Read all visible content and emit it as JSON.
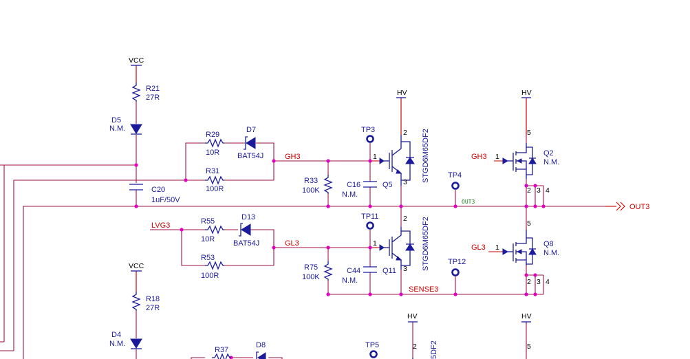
{
  "nets": {
    "vcc_1": "VCC",
    "vcc_2": "VCC",
    "hv_1": "HV",
    "hv_2": "HV",
    "hv_3": "HV",
    "hv_4": "HV",
    "gh3_a": "GH3",
    "gh3_b": "GH3",
    "gl3_a": "GL3",
    "gl3_b": "GL3",
    "lvg3": "LVG3",
    "out3": "OUT3",
    "out3_small": "OUT3",
    "sense3": "SENSE3"
  },
  "components": {
    "R21": {
      "ref": "R21",
      "value": "27R"
    },
    "D5": {
      "ref": "D5",
      "value": "N.M."
    },
    "C20": {
      "ref": "C20",
      "value": "1uF/50V"
    },
    "R29": {
      "ref": "R29",
      "value": "10R"
    },
    "D7": {
      "ref": "D7",
      "value": "BAT54J"
    },
    "R31": {
      "ref": "R31",
      "value": "100R"
    },
    "TP3": {
      "ref": "TP3"
    },
    "R33": {
      "ref": "R33",
      "value": "100K"
    },
    "C16": {
      "ref": "C16",
      "value": "N.M."
    },
    "Q5": {
      "ref": "Q5",
      "value": "STGD6M65DF2"
    },
    "TP4": {
      "ref": "TP4"
    },
    "Q2": {
      "ref": "Q2",
      "value": "N.M."
    },
    "R55": {
      "ref": "R55",
      "value": "10R"
    },
    "D13": {
      "ref": "D13",
      "value": "BAT54J"
    },
    "R53": {
      "ref": "R53",
      "value": "100R"
    },
    "TP11": {
      "ref": "TP11"
    },
    "R75": {
      "ref": "R75",
      "value": "100K"
    },
    "C44": {
      "ref": "C44",
      "value": "N.M."
    },
    "Q11": {
      "ref": "Q11",
      "value": "STGD6M65DF2"
    },
    "TP12": {
      "ref": "TP12"
    },
    "Q8": {
      "ref": "Q8",
      "value": "N.M."
    },
    "R18": {
      "ref": "R18",
      "value": "27R"
    },
    "D4": {
      "ref": "D4",
      "value": "N.M."
    },
    "R37": {
      "ref": "R37"
    },
    "D8": {
      "ref": "D8"
    },
    "TP5": {
      "ref": "TP5"
    },
    "Q_bottom": {
      "value": "5DF2"
    }
  },
  "pins": {
    "q5_2": "2",
    "q5_1": "1",
    "q5_3": "3",
    "q2_5": "5",
    "q2_1": "1",
    "q2_2": "2",
    "q2_3": "3",
    "q2_4": "4",
    "q11_2": "2",
    "q11_1": "1",
    "q11_3": "3",
    "q8_5": "5",
    "q8_1": "1",
    "q8_2": "2",
    "q8_3": "3",
    "q8_4": "4",
    "qb_2": "2",
    "qb2_5": "5"
  }
}
